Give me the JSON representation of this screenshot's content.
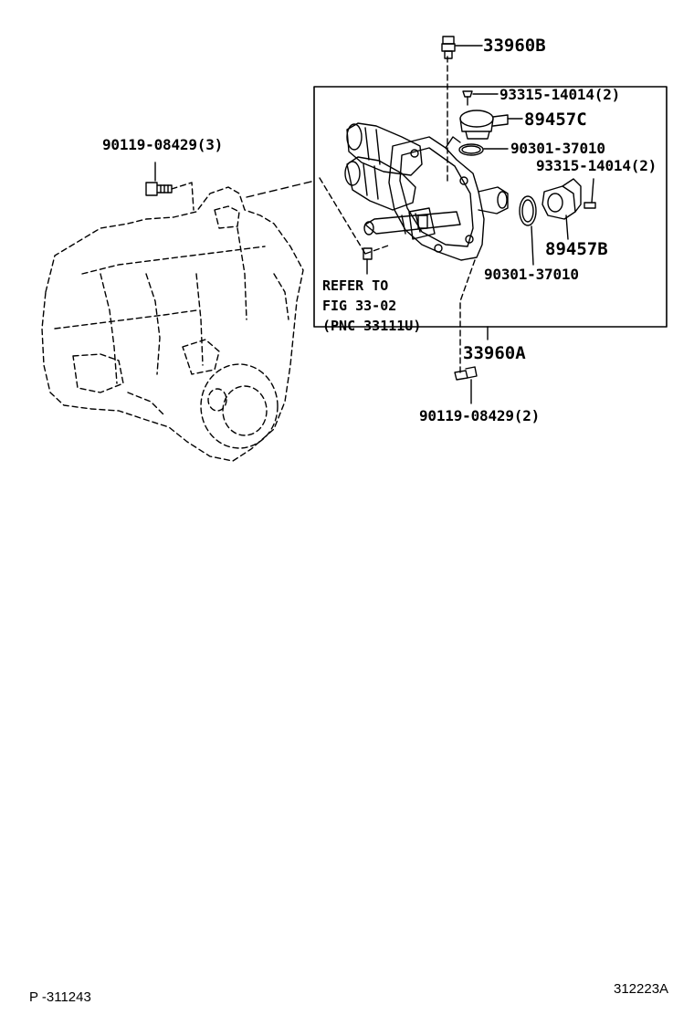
{
  "diagram": {
    "part_labels": {
      "p_33960B": "33960B",
      "p_93315_top": "93315-14014(2)",
      "p_89457C": "89457C",
      "p_90301_top": "90301-37010",
      "p_93315_right": "93315-14014(2)",
      "p_90119_left": "90119-08429(3)",
      "p_89457B": "89457B",
      "p_90301_bottom": "90301-37010",
      "p_33960A": "33960A",
      "p_90119_bottom": "90119-08429(2)"
    },
    "reference_note": {
      "line1": "REFER TO",
      "line2": "FIG 33-02",
      "line3": "(PNC 33111U)"
    },
    "footer": {
      "page_code": "P -311243",
      "figure_code": "312223A"
    }
  }
}
